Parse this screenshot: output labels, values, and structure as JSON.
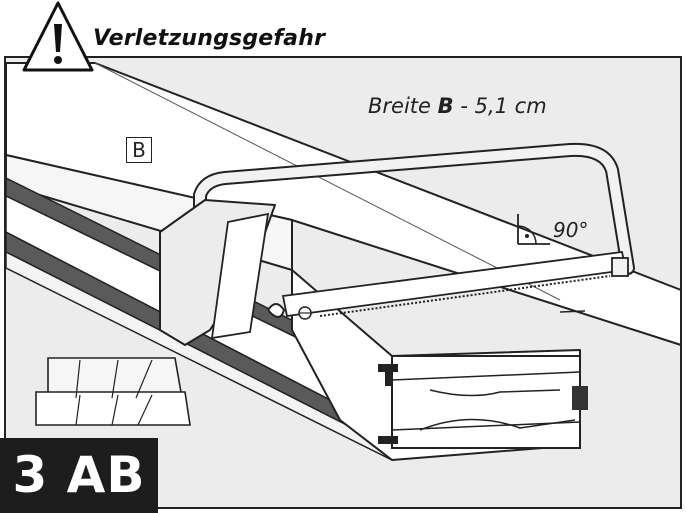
{
  "warning": {
    "title": "Verletzungsgefahr",
    "icon": "warning-triangle-icon"
  },
  "dimension": {
    "prefix": "Breite",
    "variable": "B",
    "suffix": " - 5,1 cm"
  },
  "angle": {
    "value": "90°",
    "icon": "right-angle-icon"
  },
  "profile_tag": "B",
  "step": "3 AB",
  "colors": {
    "line": "#222222",
    "panel": "#f2f2f2",
    "frame": "#ffffff",
    "rail": "#555555",
    "badge": "#1d1d1d"
  }
}
